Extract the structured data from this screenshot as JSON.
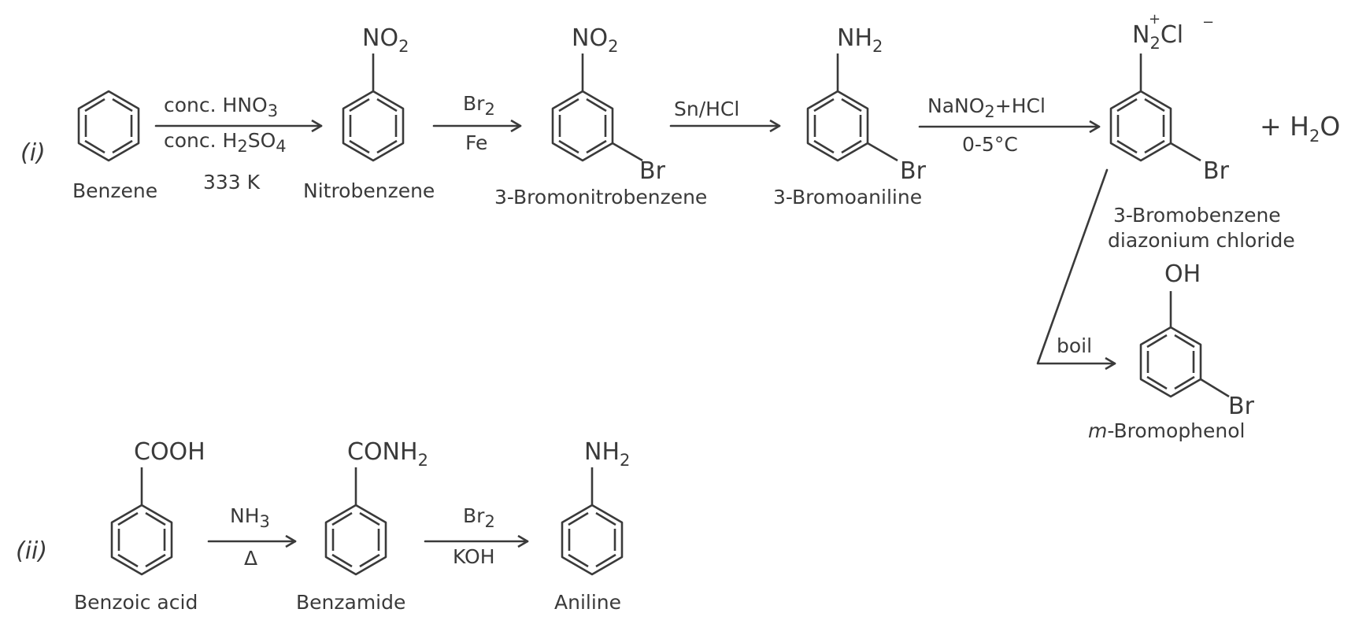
{
  "scheme_i": {
    "label": "(i)",
    "benzene": "Benzene",
    "nitrobenzene": "Nitrobenzene",
    "bromonitrobenzene": "3-Bromonitrobenzene",
    "bromoaniline": "3-Bromoaniline",
    "diazonium_line1": "3-Bromobenzene",
    "diazonium_line2": "diazonium chloride",
    "bromophenol_prefix": "m",
    "bromophenol_rest": "-Bromophenol",
    "nitro_group": "NO",
    "amino_group": "NH",
    "diazo_group_n": "N",
    "diazo_group_cl": "Cl",
    "bromo": "Br",
    "hydroxy": "OH",
    "water_plus": "+ H",
    "water_o": "O",
    "step1_top": "conc. HNO",
    "step1_mid_a": "conc. H",
    "step1_mid_b": "SO",
    "step1_bottom": "333 K",
    "step2_top": "Br",
    "step2_bottom": "Fe",
    "step3_top": "Sn/HCl",
    "step4_top_a": "NaNO",
    "step4_top_b": "+HCl",
    "step4_bottom": "0-5°C",
    "step5": "boil"
  },
  "scheme_ii": {
    "label": "(ii)",
    "benzoic_acid": "Benzoic acid",
    "benzamide": "Benzamide",
    "aniline": "Aniline",
    "cooh_group": "COOH",
    "conh2_group": "CONH",
    "amino_group": "NH",
    "step1_top": "NH",
    "step1_bottom": "Δ",
    "step2_top": "Br",
    "step2_bottom": "KOH"
  }
}
